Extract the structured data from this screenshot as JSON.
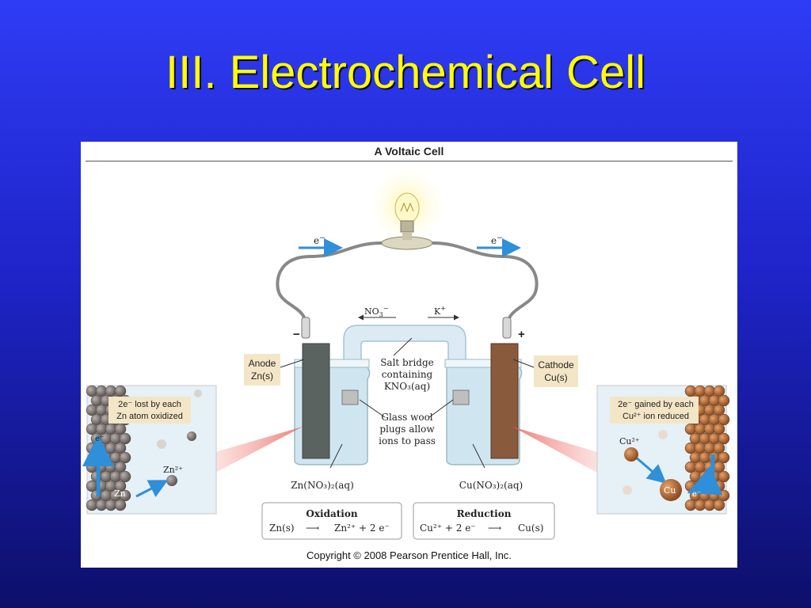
{
  "slide": {
    "title": "III. Electrochemical Cell"
  },
  "figure": {
    "title": "A Voltaic Cell",
    "copyright": "Copyright © 2008 Pearson Prentice Hall, Inc.",
    "electron_left": "e",
    "electron_right": "e",
    "electron_sup": "−",
    "minus_sign": "−",
    "plus_sign": "+",
    "nitrate_ion": "NO",
    "nitrate_sub": "3",
    "nitrate_sup": "−",
    "potassium_ion": "K",
    "potassium_sup": "+",
    "anode": {
      "label": "Anode",
      "formula": "Zn(s)"
    },
    "cathode": {
      "label": "Cathode",
      "formula": "Cu(s)"
    },
    "salt_bridge": {
      "line1": "Salt bridge",
      "line2": "containing",
      "line3": "KNO₃(aq)"
    },
    "glass_wool": {
      "line1": "Glass wool",
      "line2": "plugs allow",
      "line3": "ions to pass"
    },
    "left_solution": "Zn(NO₃)₂(aq)",
    "right_solution": "Cu(NO₃)₂(aq)",
    "left_inset": {
      "line1": "2e⁻ lost by each",
      "line2": "Zn atom oxidized",
      "ion": "Zn²⁺",
      "atom": "Zn",
      "electron": "e⁻"
    },
    "right_inset": {
      "line1": "2e⁻ gained by each",
      "line2": "Cu²⁺ ion reduced",
      "ion": "Cu²⁺",
      "atom": "Cu",
      "electron": "e⁻"
    },
    "oxidation": {
      "title": "Oxidation",
      "reactant": "Zn(s)",
      "arrow": "⟶",
      "products": "Zn²⁺ + 2 e⁻"
    },
    "reduction": {
      "title": "Reduction",
      "reactants": "Cu²⁺ + 2 e⁻",
      "arrow": "⟶",
      "product": "Cu(s)"
    }
  },
  "colors": {
    "background_top": "#2f3cf5",
    "background_bottom": "#0d0f6a",
    "title": "#ffff00",
    "electron_arrow": "#2f8fd8",
    "zinc": "#5b6360",
    "copper": "#8a5a3c",
    "solution": "#cfe6f1",
    "label_box": "#f3e6c6"
  }
}
